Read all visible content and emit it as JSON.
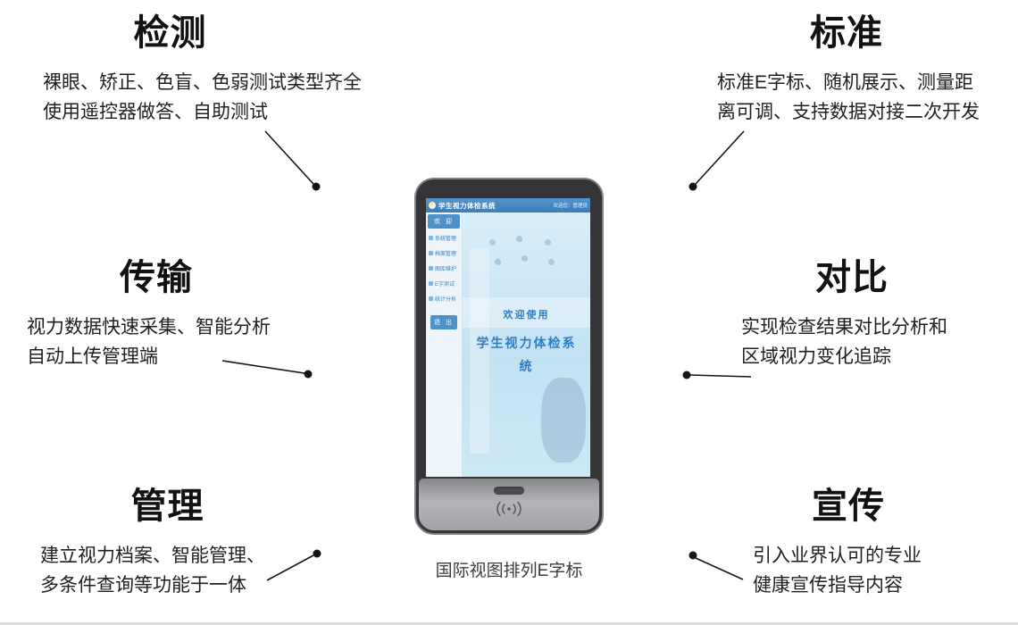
{
  "features": [
    {
      "id": "detection",
      "title": "检测",
      "lines": [
        "裸眼、矫正、色盲、色弱测试类型齐全",
        "使用遥控器做答、自助测试"
      ]
    },
    {
      "id": "transmission",
      "title": "传输",
      "lines": [
        "视力数据快速采集、智能分析",
        "自动上传管理端"
      ]
    },
    {
      "id": "management",
      "title": "管理",
      "lines": [
        "建立视力档案、智能管理、",
        "多条件查询等功能于一体"
      ]
    },
    {
      "id": "standard",
      "title": "标准",
      "lines": [
        "标准E字标、随机展示、测量距",
        "离可调、支持数据对接二次开发"
      ]
    },
    {
      "id": "comparison",
      "title": "对比",
      "lines": [
        "实现检查结果对比分析和",
        "区域视力变化追踪"
      ]
    },
    {
      "id": "promotion",
      "title": "宣传",
      "lines": [
        "引入业界认可的专业",
        "健康宣传指导内容"
      ]
    }
  ],
  "device": {
    "topbar": {
      "title": "学生视力体检系统",
      "right": "欢迎您：管理员"
    },
    "sidebar": {
      "welcome": "欢 迎",
      "items": [
        "系统管理",
        "档案管理",
        "图库维护",
        "E字测试",
        "统计分析"
      ],
      "exit": "退 出"
    },
    "main": {
      "line1": "欢迎使用",
      "line2": "学生视力体检系",
      "line3": "统"
    }
  },
  "caption": "国际视图排列E字标",
  "colors": {
    "topbar_blue": "#3b7cba",
    "screen_text_blue": "#2e7cc2",
    "screen_bg": "#cfe8f5",
    "connector": "#141414"
  }
}
